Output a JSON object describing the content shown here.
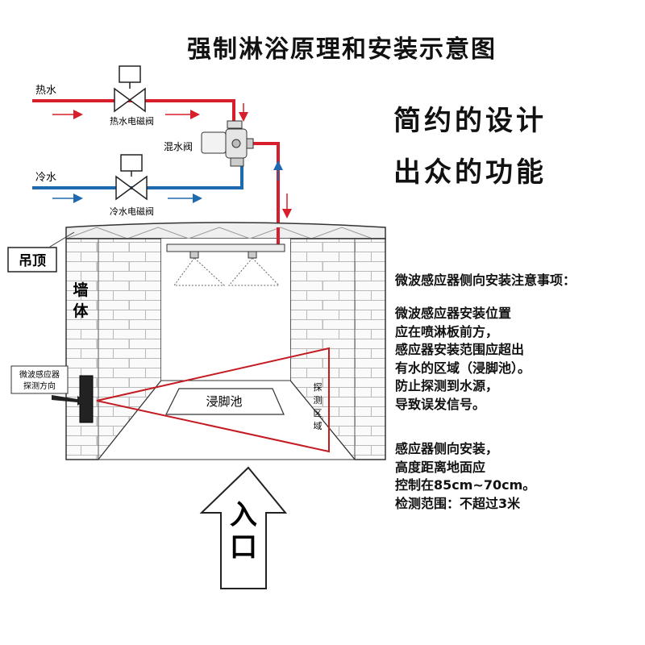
{
  "title": "强制淋浴原理和安装示意图",
  "slogan": [
    "简约的设计",
    "出众的功能"
  ],
  "pipes": {
    "hot_water_label": "热水",
    "cold_water_label": "冷水",
    "hot_valve_label": "热水电磁阀",
    "cold_valve_label": "冷水电磁阀",
    "mixing_valve_label": "混水阀"
  },
  "building": {
    "ceiling_label": "吊顶",
    "wall_label": [
      "墙",
      "体"
    ],
    "foot_pool_label": "浸脚池",
    "sensor_label": [
      "微波感应器",
      "探测方向"
    ],
    "detect_zone_label": [
      "探",
      "测",
      "区",
      "域"
    ],
    "entrance_label": [
      "入",
      "口"
    ]
  },
  "notes": {
    "heading": "微波感应器侧向安装注意事项：",
    "block1": [
      "微波感应器安装位置",
      "应在喷淋板前方，",
      "感应器安装范围应超出",
      "有水的区域（浸脚池）。",
      "防止探测到水源，",
      "导致误发信号。"
    ],
    "block2": [
      "感应器侧向安装，",
      "高度距离地面应",
      "控制在85cm~70cm。",
      "检测范围：不超过3米"
    ]
  },
  "colors": {
    "hot": "#d81e2a",
    "cold": "#1e6ab0",
    "detect": "#c41a22"
  }
}
